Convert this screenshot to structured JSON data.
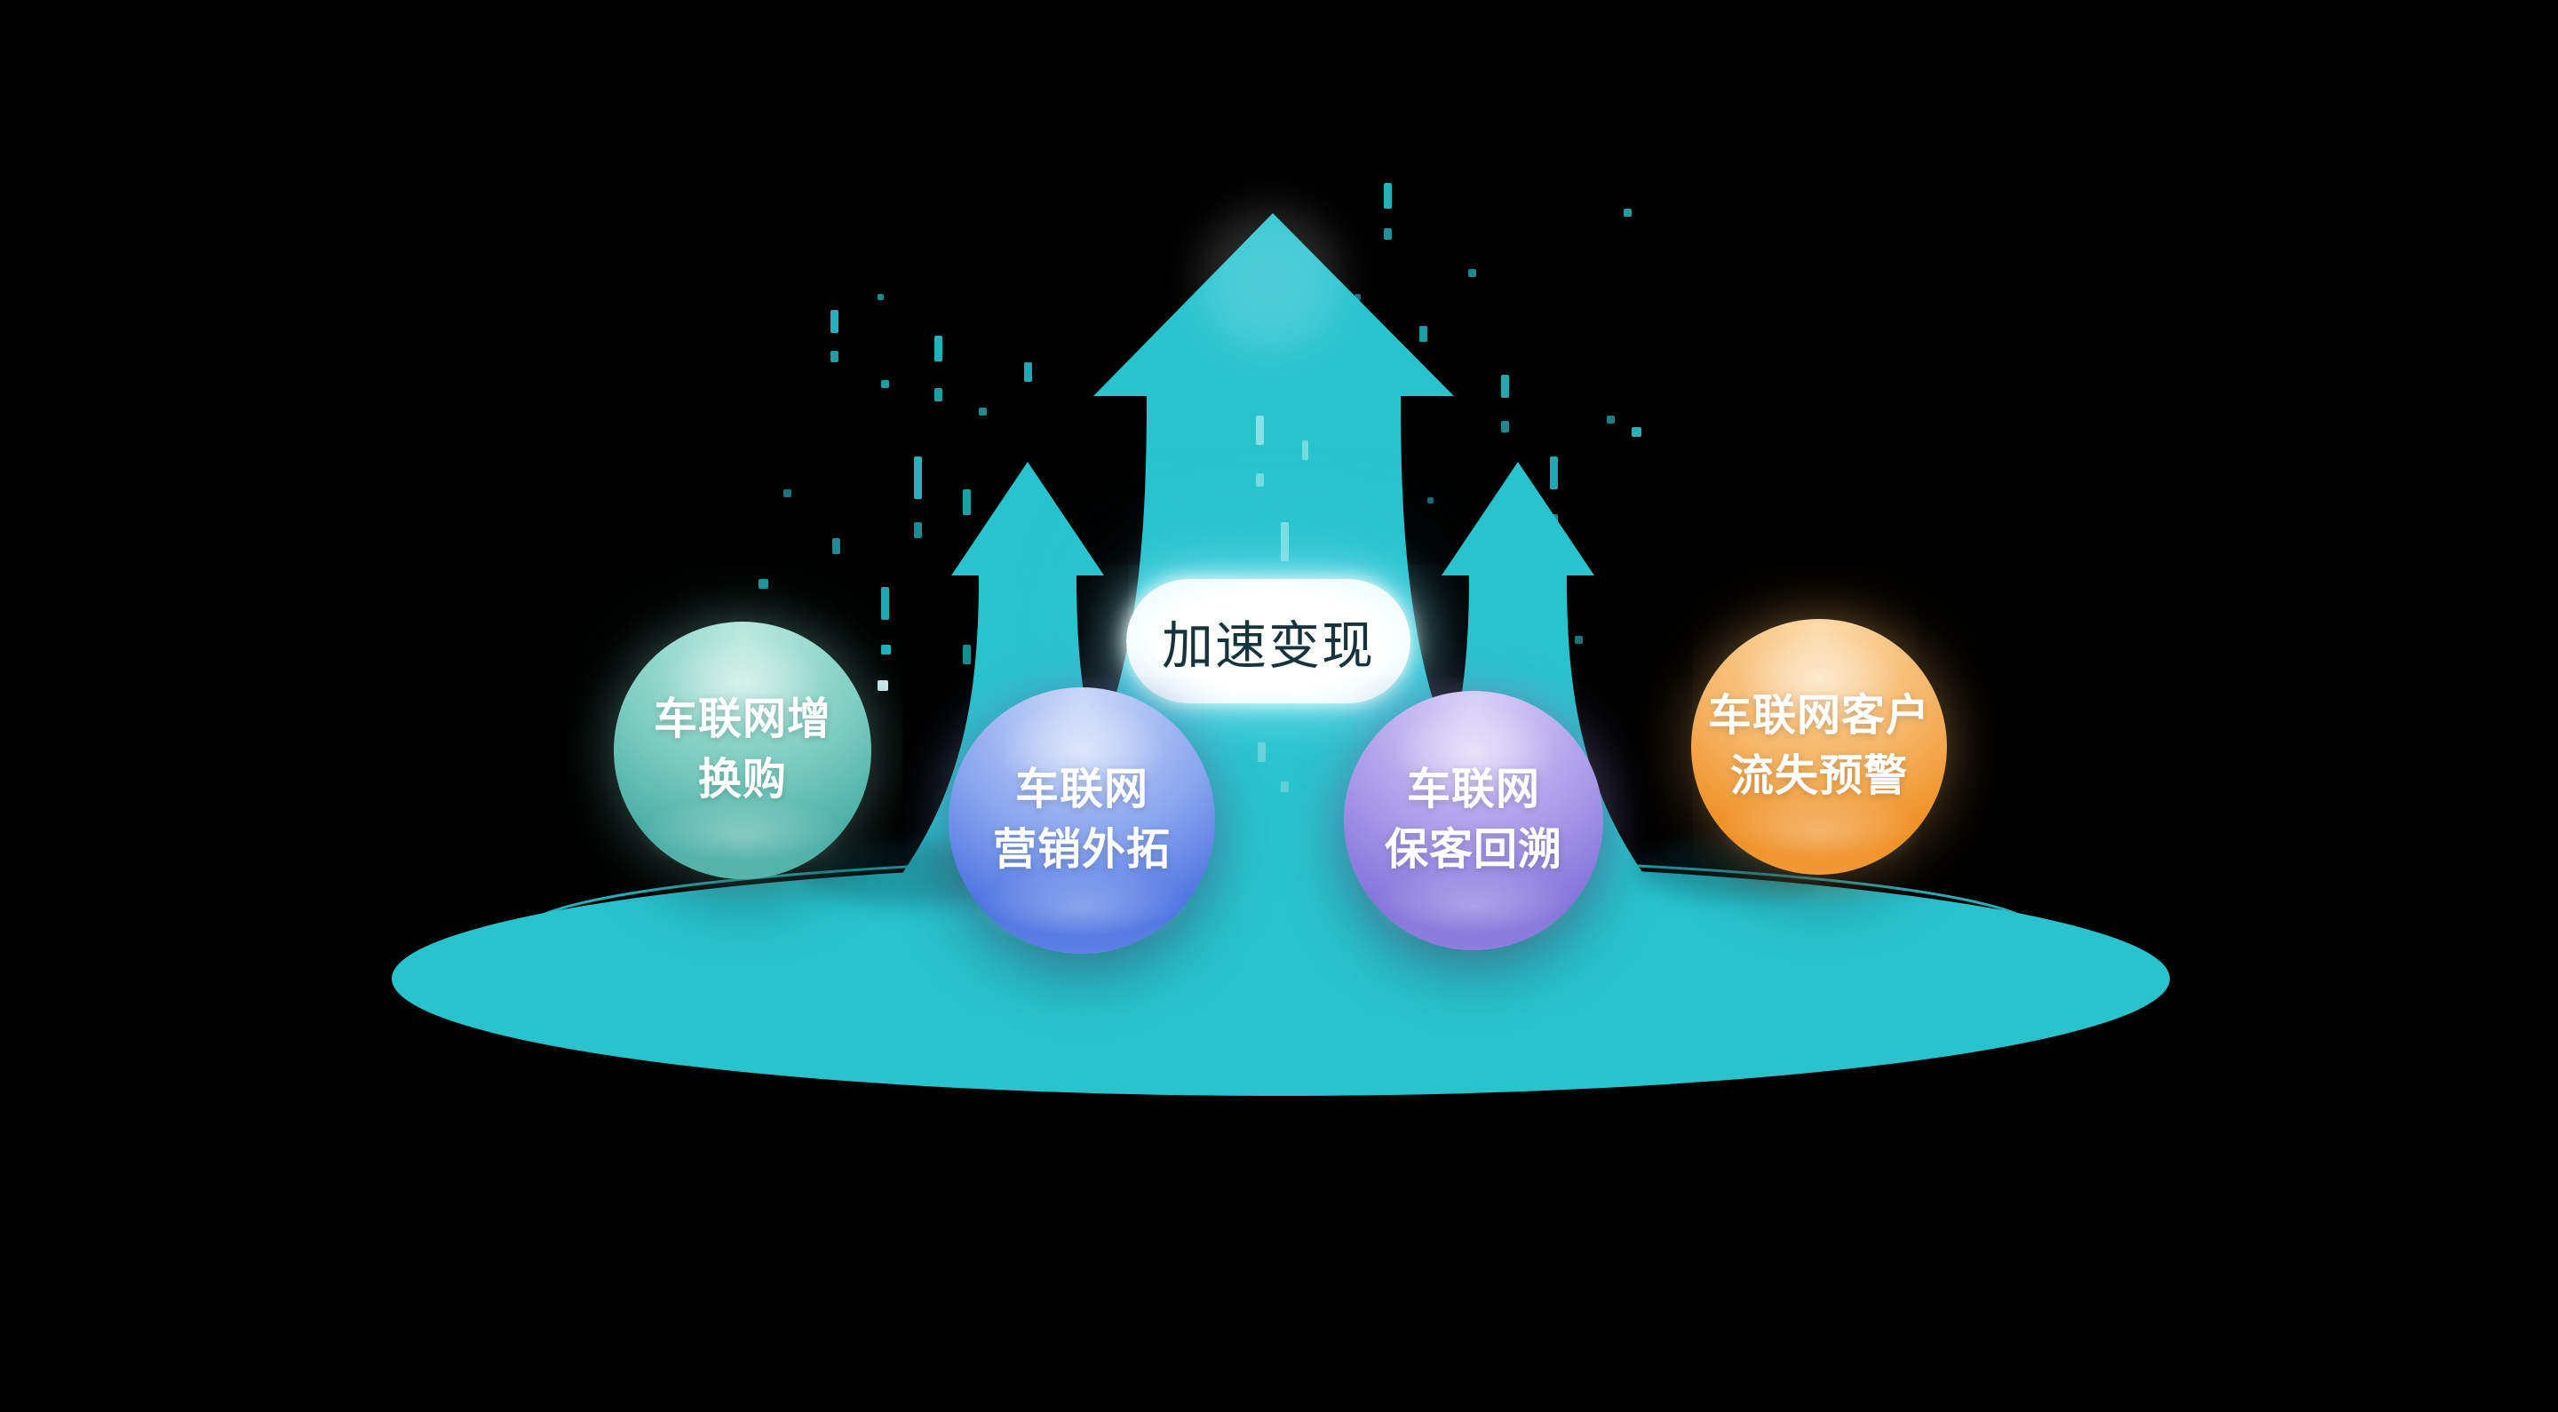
{
  "center_label": {
    "text": "加速变现"
  },
  "spheres": [
    {
      "id": "iov-upgrade-repurchase",
      "line1": "车联网增",
      "line2": "换购"
    },
    {
      "id": "iov-marketing-expansion",
      "line1": "车联网",
      "line2": "营销外拓"
    },
    {
      "id": "iov-customer-retention",
      "line1": "车联网",
      "line2": "保客回溯"
    },
    {
      "id": "iov-churn-warning",
      "line1": "车联网客户",
      "line2": "流失预警"
    }
  ],
  "colors": {
    "background": "#000000",
    "teal": "#29c3ce",
    "pill_bg": "#ffffff",
    "pill_text": "#17343c",
    "sphere_text": "#ffffff",
    "sphere1_light": "#bce9de",
    "sphere1_mid": "#7fcdc1",
    "sphere1_dark": "#46aca1",
    "sphere2_light": "#ccd9f8",
    "sphere2_mid": "#8ba6ee",
    "sphere2_dark": "#4a70e0",
    "sphere3_light": "#dcd2f7",
    "sphere3_mid": "#ab9ce9",
    "sphere3_dark": "#8171d9",
    "sphere4_light": "#fbdcae",
    "sphere4_mid": "#f5b566",
    "sphere4_dark": "#ee8d20"
  }
}
